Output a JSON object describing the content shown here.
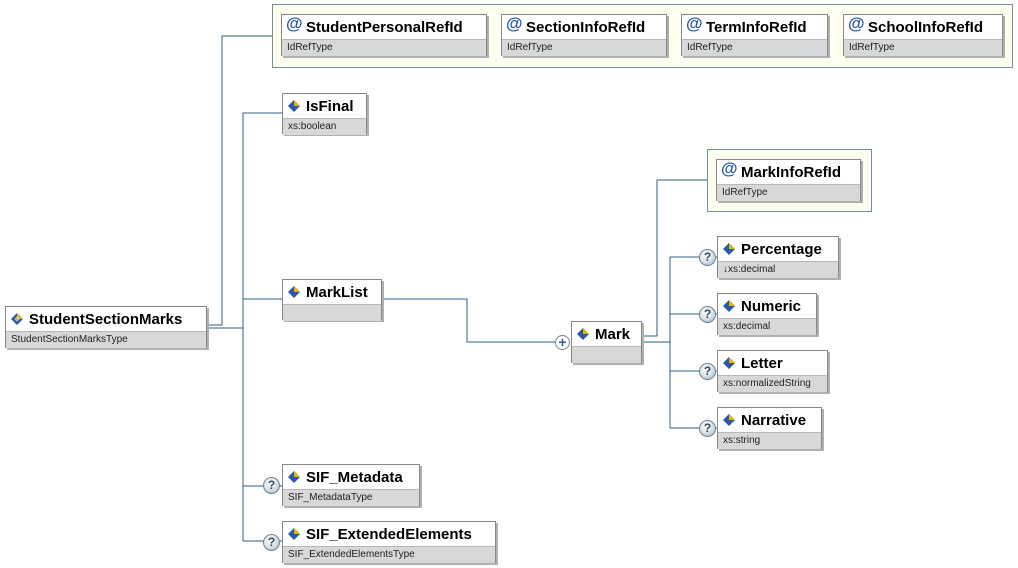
{
  "root": {
    "name": "StudentSectionMarks",
    "type": "StudentSectionMarksType"
  },
  "attributes": [
    {
      "name": "StudentPersonalRefId",
      "type": "IdRefType"
    },
    {
      "name": "SectionInfoRefId",
      "type": "IdRefType"
    },
    {
      "name": "TermInfoRefId",
      "type": "IdRefType"
    },
    {
      "name": "SchoolInfoRefId",
      "type": "IdRefType"
    }
  ],
  "children": {
    "is_final": {
      "name": "IsFinal",
      "type": "xs:boolean"
    },
    "mark_list": {
      "name": "MarkList",
      "type": ""
    },
    "sif_metadata": {
      "name": "SIF_Metadata",
      "type": "SIF_MetadataType"
    },
    "sif_extended": {
      "name": "SIF_ExtendedElements",
      "type": "SIF_ExtendedElementsType"
    }
  },
  "mark": {
    "name": "Mark",
    "type": "",
    "attribute": {
      "name": "MarkInfoRefId",
      "type": "IdRefType"
    },
    "children": [
      {
        "name": "Percentage",
        "type": "↓xs:decimal"
      },
      {
        "name": "Numeric",
        "type": "xs:decimal"
      },
      {
        "name": "Letter",
        "type": "xs:normalizedString"
      },
      {
        "name": "Narrative",
        "type": "xs:string"
      }
    ]
  },
  "symbols": {
    "optional": "?",
    "expand": "+",
    "attribute": "@"
  },
  "colors": {
    "connector": "#2f5d78",
    "group_bg": "#fffff0",
    "type_band": "#d8d8d8",
    "icon_blue": "#2a58a8",
    "icon_gold": "#e8b400"
  }
}
